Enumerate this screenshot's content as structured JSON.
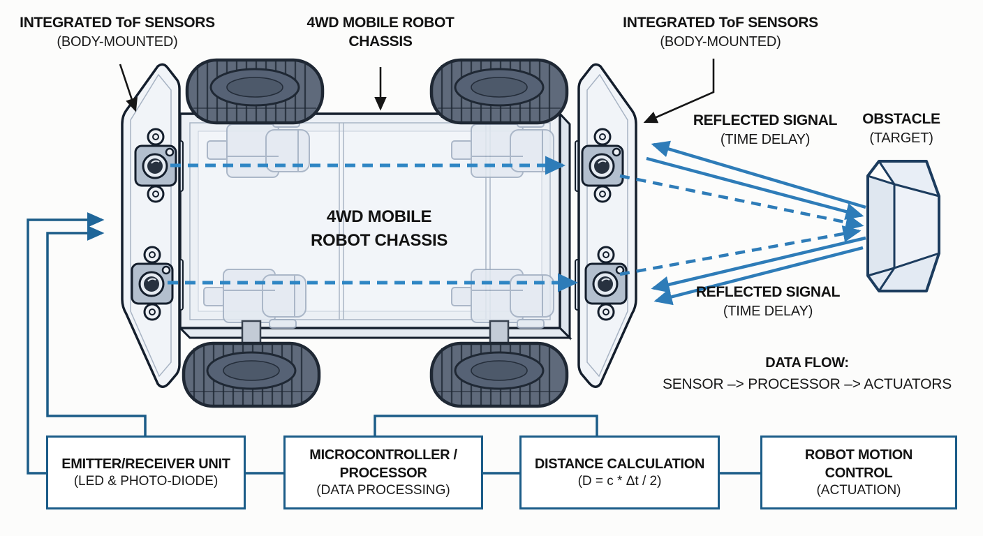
{
  "diagram_title": "4WD mobile robot ToF sensing diagram",
  "labels": {
    "left_sensor": {
      "title": "INTEGRATED ToF SENSORS",
      "subtitle": "(BODY-MOUNTED)"
    },
    "chassis_pointer": {
      "line1": "4WD MOBILE ROBOT",
      "line2": "CHASSIS"
    },
    "right_sensor": {
      "title": "INTEGRATED ToF SENSORS",
      "subtitle": "(BODY-MOUNTED)"
    },
    "chassis_inner": {
      "line1": "4WD MOBILE",
      "line2": "ROBOT CHASSIS"
    },
    "reflected_top": {
      "title": "REFLECTED SIGNAL",
      "subtitle": "(TIME DELAY)"
    },
    "obstacle": {
      "title": "OBSTACLE",
      "subtitle": "(TARGET)"
    },
    "reflected_bottom": {
      "title": "REFLECTED SIGNAL",
      "subtitle": "(TIME DELAY)"
    },
    "data_flow": {
      "title": "DATA FLOW:",
      "subtitle": "SENSOR –> PROCESSOR –> ACTUATORS"
    }
  },
  "flow_boxes": [
    {
      "title_lines": [
        "EMITTER/RECEIVER UNIT"
      ],
      "subtitle": "(LED & PHOTO-DIODE)"
    },
    {
      "title_lines": [
        "MICROCONTROLLER /",
        "PROCESSOR"
      ],
      "subtitle": "(DATA PROCESSING)"
    },
    {
      "title_lines": [
        "DISTANCE CALCULATION"
      ],
      "subtitle": "(D = c * Δt / 2)"
    },
    {
      "title_lines": [
        "ROBOT MOTION",
        "CONTROL"
      ],
      "subtitle": "(ACTUATION)"
    }
  ],
  "colors": {
    "signal_blue": "#2e7cb8",
    "dashed_blue": "#2f86c4",
    "connector_blue": "#1b5c88",
    "ink": "#141414",
    "chassis_fill": "#ecf0f5",
    "tire_fill": "#5f6a7b",
    "obstacle_fill": "#e8eef6"
  }
}
